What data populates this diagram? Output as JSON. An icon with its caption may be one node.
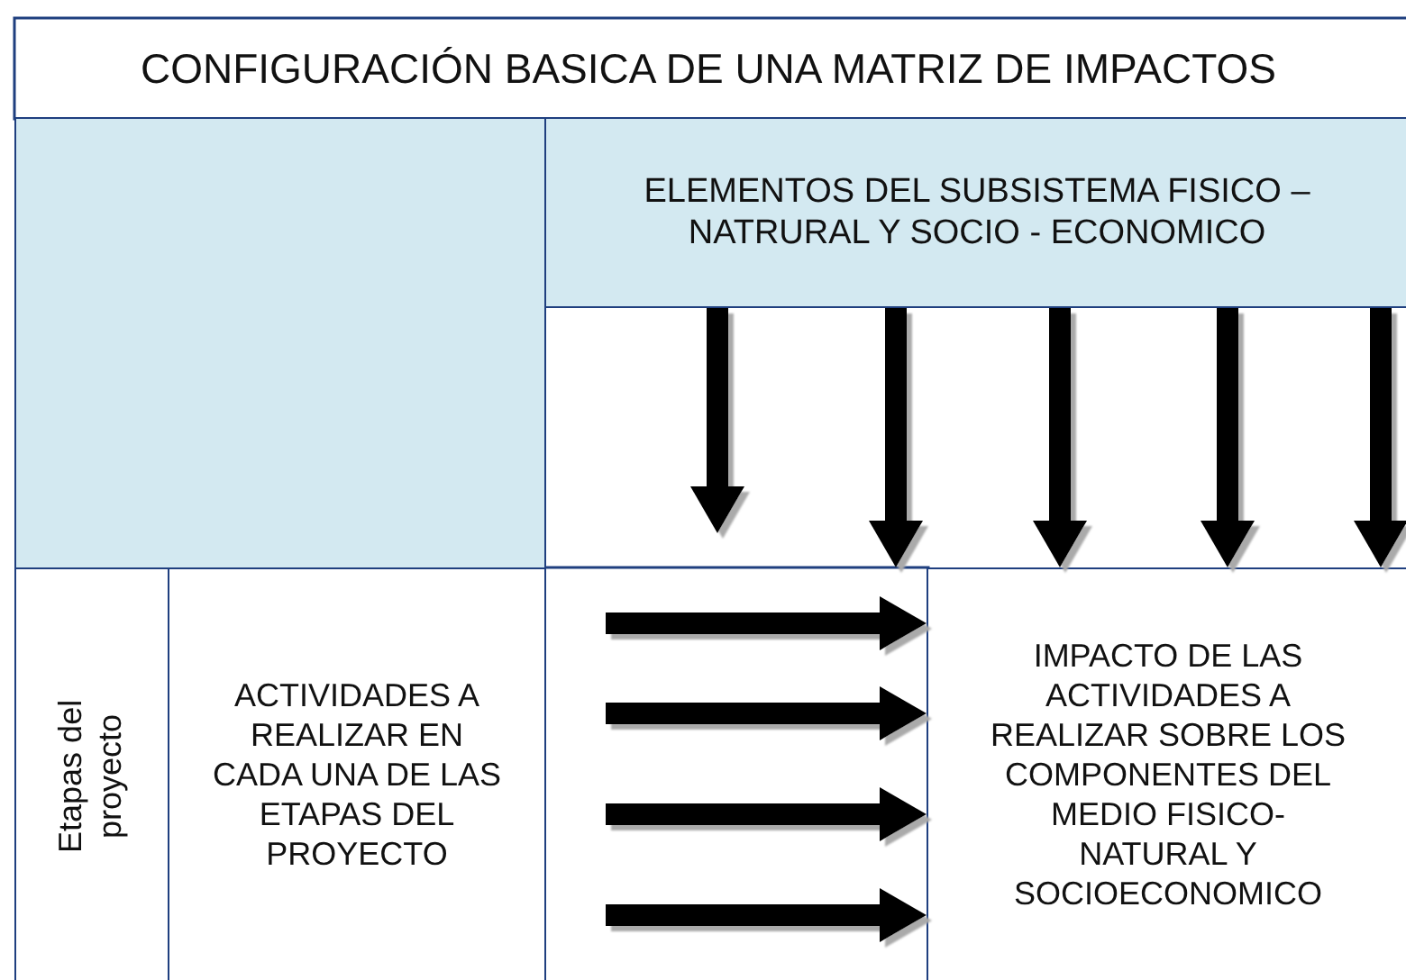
{
  "diagram": {
    "title": "CONFIGURACIÓN BASICA DE UNA MATRIZ DE  IMPACTOS",
    "nodes": [
      {
        "text": [],
        "shape": "box"
      },
      {
        "text": [
          "ELEMENTOS DEL SUBSISTEMA FISICO – NATRURAL Y SOCIO - ECONOMICO"
        ]
      },
      {
        "text": [
          "Etapas del proyecto"
        ]
      },
      {
        "text": [
          "ACTIVIDADES A REALIZAR EN CADA UNA DE LAS ETAPAS DEL PROYECTO"
        ]
      },
      {
        "text": [
          "IMPACTO DE LAS ACTIVIDADES A REALIZAR SOBRE LOS COMPONENTES DEL MEDIO FISICO-NATURAL Y SOCIOECONOMICO"
        ]
      }
    ],
    "edges": [
      {
        "from": 1,
        "to": null,
        "arrow": "to"
      },
      {
        "from": 1,
        "to": 4,
        "arrow": "to"
      },
      {
        "from": 1,
        "to": 4,
        "arrow": "to"
      },
      {
        "from": 1,
        "to": 4,
        "arrow": "to"
      },
      {
        "from": 1,
        "to": 4,
        "arrow": "to"
      },
      {
        "from": null,
        "to": 4,
        "arrow": "to"
      },
      {
        "from": null,
        "to": 4,
        "arrow": "to"
      },
      {
        "from": null,
        "to": 4,
        "arrow": "to"
      },
      {
        "from": null,
        "to": 4,
        "arrow": "to"
      }
    ]
  }
}
